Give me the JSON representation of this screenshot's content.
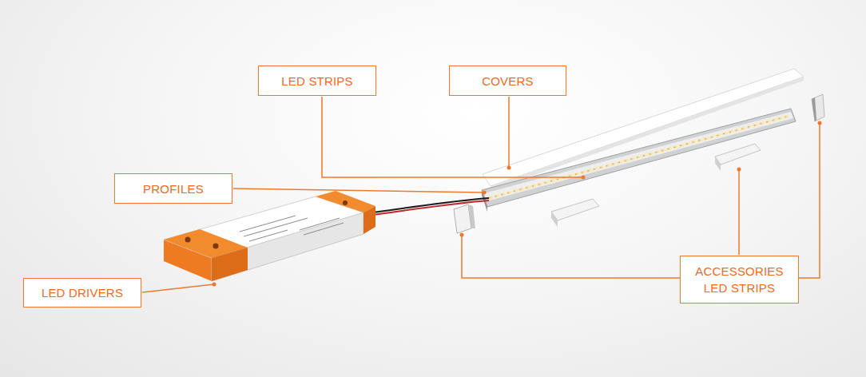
{
  "diagram": {
    "nodes": [
      {
        "text": [
          "LED STRIPS"
        ]
      },
      {
        "text": [
          "COVERS"
        ]
      },
      {
        "text": [
          "PROFILES"
        ]
      },
      {
        "text": [
          "ACCESSORIES LED STRIPS"
        ]
      },
      {
        "text": [
          "LED DRIVERS"
        ]
      }
    ]
  }
}
